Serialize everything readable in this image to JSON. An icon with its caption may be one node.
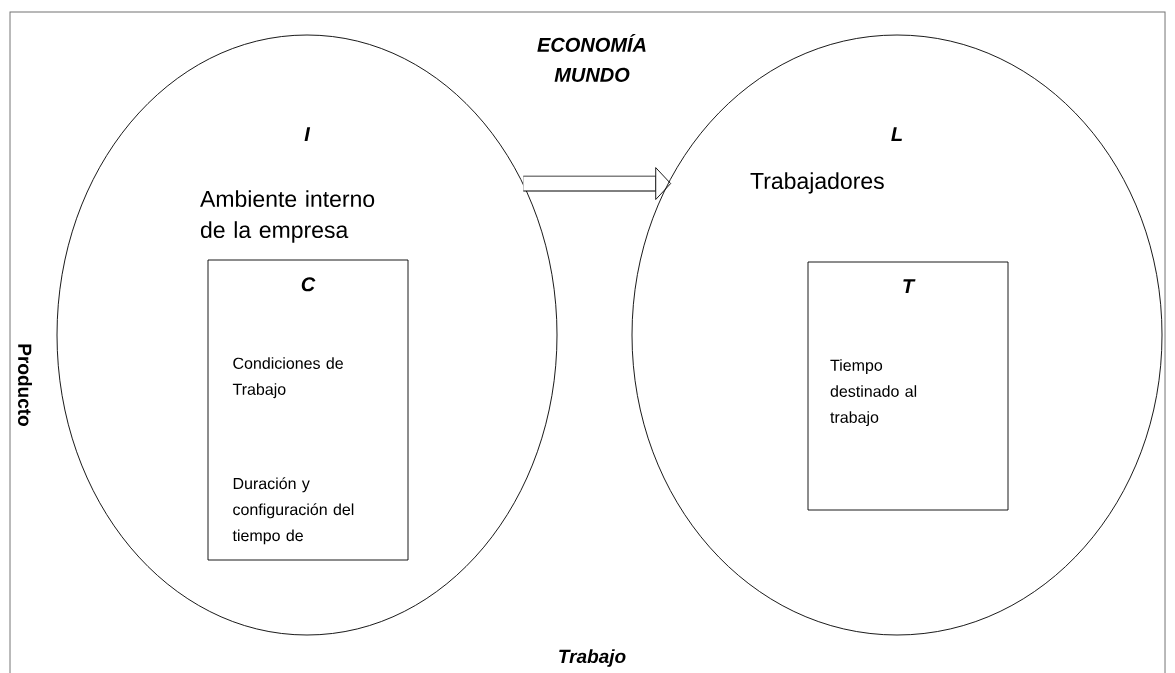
{
  "diagram": {
    "nodes": [
      {
        "text": [
          "I",
          "Ambiente interno de la empresa"
        ]
      },
      {
        "text": [
          "C",
          "Condiciones de Trabajo",
          "Duración y configuración del tiempo de"
        ],
        "in": 0
      },
      {
        "text": [
          "L",
          "Trabajadores"
        ]
      },
      {
        "text": [
          "T",
          "Tiempo destinado al trabajo"
        ],
        "in": 2
      }
    ],
    "edges": [
      {
        "from": 0,
        "to": 2,
        "arrow": "to"
      }
    ],
    "labels": [
      "ECONOMÍA MUNDO",
      "Producto",
      "Trabajo"
    ]
  }
}
